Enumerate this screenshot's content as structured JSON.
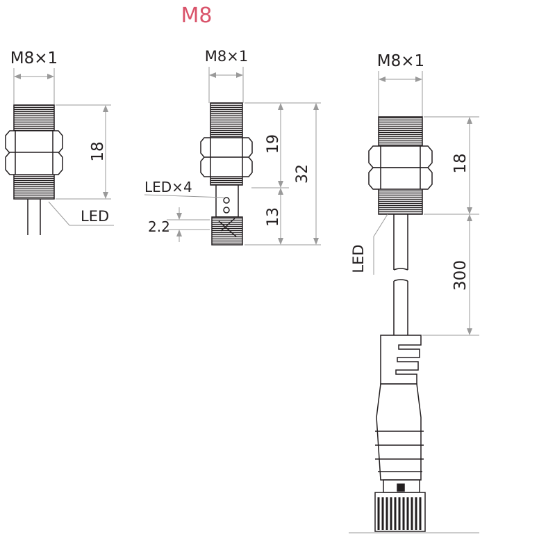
{
  "title": "M8",
  "sensors": {
    "cable": {
      "thread": "M8×1",
      "body_length": "18",
      "led": "LED"
    },
    "led_pins": {
      "thread": "M8×1",
      "thread_length": "19",
      "total_length": "32",
      "connector_length": "13",
      "led": "LED×4",
      "pitch": "2.2"
    },
    "connector_cable": {
      "thread": "M8×1",
      "body_length": "18",
      "led": "LED",
      "cable_length": "300"
    }
  },
  "colors": {
    "title": "#d9536a",
    "line": "#231f20",
    "dimension": "#9a9a9a"
  }
}
